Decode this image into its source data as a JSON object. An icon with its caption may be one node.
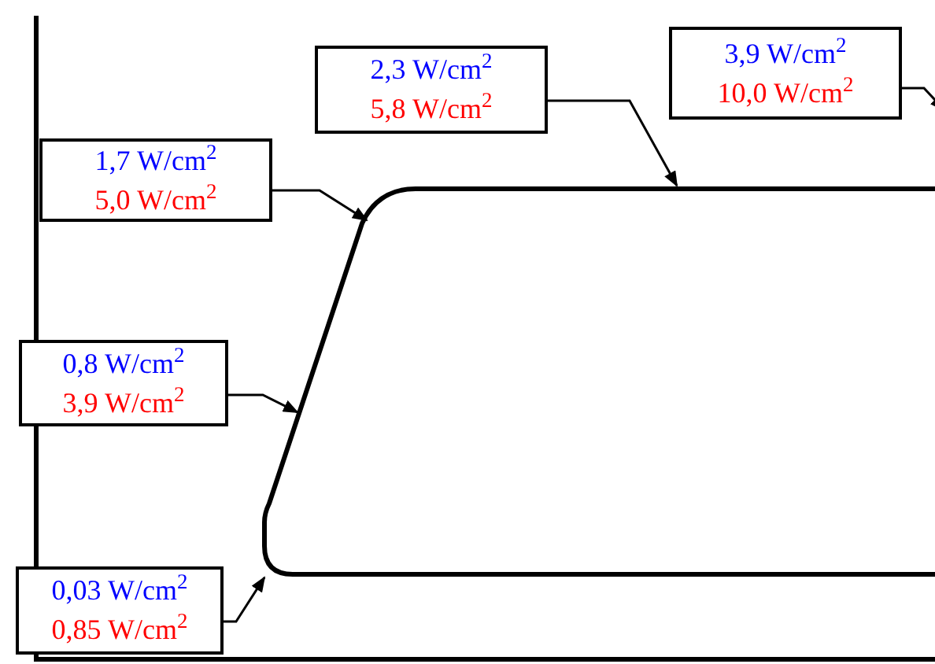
{
  "diagram": {
    "nodes": [
      {
        "text": [
          "2,3 W/cm$^{2}$",
          "5,8 W/cm$^{2}$"
        ]
      },
      {
        "text": [
          "3,9 W/cm$^{2}$",
          "10,0 W/cm$^{2}$"
        ]
      },
      {
        "text": [
          "1,7 W/cm$^{2}$",
          "5,0 W/cm$^{2}$"
        ]
      },
      {
        "text": [
          "0,8 W/cm$^{2}$",
          "3,9 W/cm$^{2}$"
        ]
      },
      {
        "text": [
          "0,03 W/cm$^{2}$",
          "0,85 W/cm$^{2}$"
        ]
      }
    ],
    "edges": [
      {
        "from": 0,
        "to": null,
        "arrow": "to"
      },
      {
        "from": 1,
        "to": null,
        "arrow": "to"
      },
      {
        "from": 2,
        "to": null,
        "arrow": "to"
      },
      {
        "from": 3,
        "to": null,
        "arrow": "to"
      },
      {
        "from": 4,
        "to": null,
        "arrow": "to"
      }
    ]
  }
}
